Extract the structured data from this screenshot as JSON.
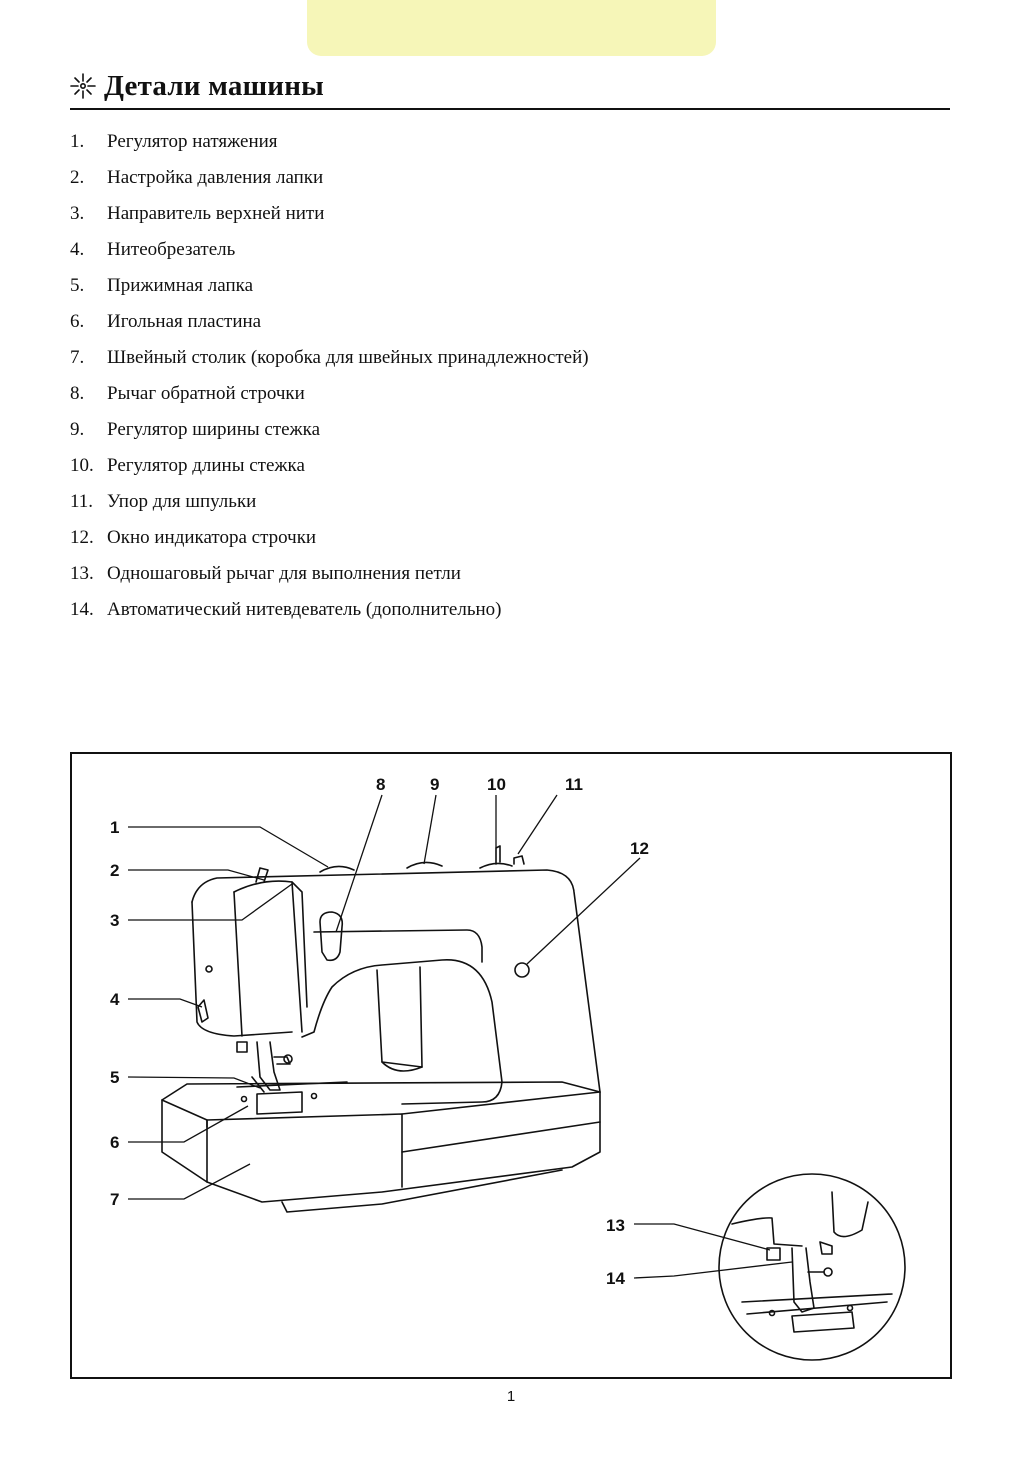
{
  "header": {
    "title": "Детали машины",
    "title_icon": "sparkle-star-icon"
  },
  "parts": [
    {
      "num": "1.",
      "label": "Регулятор натяжения"
    },
    {
      "num": "2.",
      "label": "Настройка давления лапки"
    },
    {
      "num": "3.",
      "label": "Направитель верхней нити"
    },
    {
      "num": "4.",
      "label": "Нитеобрезатель"
    },
    {
      "num": "5.",
      "label": "Прижимная лапка"
    },
    {
      "num": "6.",
      "label": "Игольная пластина"
    },
    {
      "num": "7.",
      "label": "Швейный столик (коробка для швейных принадлежностей)"
    },
    {
      "num": "8.",
      "label": "Рычаг обратной строчки"
    },
    {
      "num": "9.",
      "label": "Регулятор ширины стежка"
    },
    {
      "num": "10.",
      "label": "Регулятор длины стежка"
    },
    {
      "num": "11.",
      "label": "Упор для шпульки"
    },
    {
      "num": "12.",
      "label": "Окно индикатора строчки"
    },
    {
      "num": "13.",
      "label": "Одношаговый рычаг для выполнения петли"
    },
    {
      "num": "14.",
      "label": "Автоматический нитевдеватель (дополнительно)"
    }
  ],
  "figure": {
    "callouts": [
      "1",
      "2",
      "3",
      "4",
      "5",
      "6",
      "7",
      "8",
      "9",
      "10",
      "11",
      "12",
      "13",
      "14"
    ]
  },
  "footer": {
    "page_number": "1"
  }
}
